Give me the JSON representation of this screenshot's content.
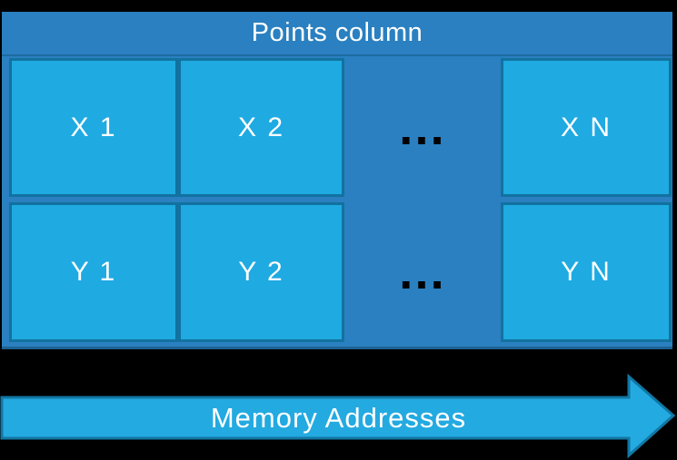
{
  "panel": {
    "title": "Points column"
  },
  "table": {
    "rows": [
      {
        "cells": [
          "X 1",
          "X 2",
          "X N"
        ],
        "ellipsis": "…"
      },
      {
        "cells": [
          "Y 1",
          "Y 2",
          "Y N"
        ],
        "ellipsis": "…"
      }
    ]
  },
  "arrow": {
    "label": "Memory Addresses",
    "direction": "right"
  },
  "colors": {
    "background": "#000000",
    "panel_blue": "#2A80C1",
    "cell_fill": "#1FAAE2",
    "cell_border": "#12729F",
    "arrow_fill": "#23AAE1",
    "arrow_border": "#1277A4",
    "text": "#FFFFFF",
    "ellipsis_dots": "#000000"
  }
}
